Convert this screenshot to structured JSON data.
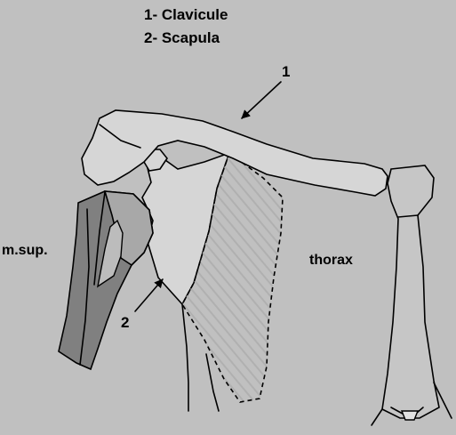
{
  "legend": {
    "line1": "1- Clavicule",
    "line2": "2- Scapula"
  },
  "labels": {
    "callout_1": "1",
    "callout_2": "2",
    "humerus": "m.sup.",
    "thorax": "thorax"
  },
  "colors": {
    "background": "#c0c0c0",
    "bone_fill": "#d6d6d6",
    "humerus_fill": "#808080",
    "hatch": "#b0b0b0",
    "outline": "#000000"
  }
}
